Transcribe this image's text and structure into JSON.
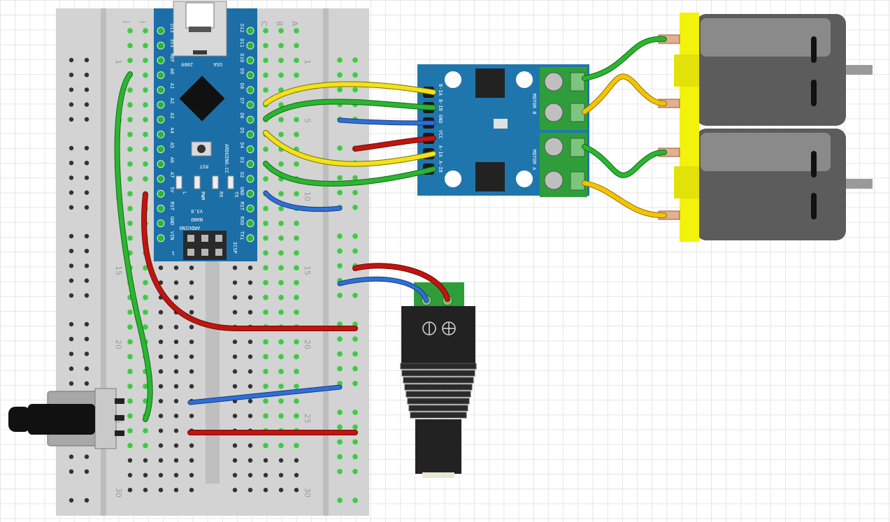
{
  "breadboard": {
    "row_numbers": [
      "1",
      "5",
      "10",
      "15",
      "20",
      "25",
      "30"
    ],
    "column_letters_left": [
      "J",
      "I"
    ],
    "column_letters_right": [
      "C",
      "B",
      "A"
    ]
  },
  "arduino": {
    "usb_label": "USA",
    "year_label": "2009",
    "left_pins": [
      "D13",
      "3V3",
      "REF",
      "A0",
      "A1",
      "A2",
      "A3",
      "A4",
      "A5",
      "A6",
      "A7",
      "5V",
      "RST",
      "GND",
      "VIN"
    ],
    "right_pins": [
      "D12",
      "D11",
      "D10",
      "D9",
      "D8",
      "D7",
      "D6",
      "D5",
      "D4",
      "D3",
      "D2",
      "GND",
      "RST",
      "RXO",
      "TX1"
    ],
    "rst_label": "RST",
    "brand_label": "ARDUINO.CC",
    "led_labels": [
      "L",
      "PWR",
      "RX",
      "TX"
    ],
    "model_lines": [
      "V3.0",
      "NANO",
      "ARDUINO"
    ],
    "icsp_label": "ICSP",
    "icsp_pin1": "1"
  },
  "motor_driver": {
    "pins": [
      "B-IA",
      "B-IB",
      "GND",
      "VCC",
      "A-IA",
      "A-IB"
    ],
    "motor_b_label": "MOTOR B",
    "motor_a_label": "MOTOR A"
  },
  "colors": {
    "wire_red": "#c0150f",
    "wire_green": "#2bb530",
    "wire_blue": "#2f6fd6",
    "wire_yellow": "#f3e21a",
    "motor_yellow": "#f2f20a",
    "driver_board": "#1f76ad",
    "terminal_green": "#2f9e3a",
    "arduino_board": "#1c6fa6"
  }
}
